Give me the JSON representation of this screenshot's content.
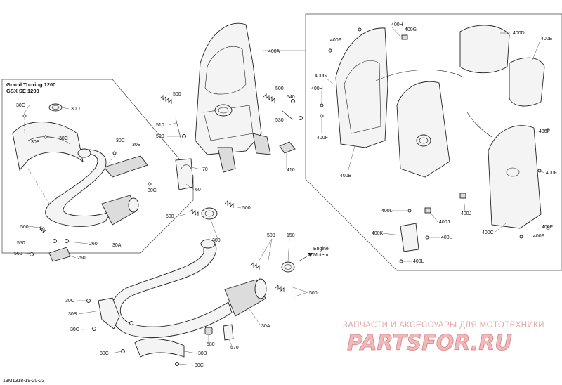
{
  "diagram": {
    "code": "13M1318-19-20-23",
    "inset_title_1": "Grand Touring 1200",
    "inset_title_2": "GSX SE 1200",
    "engine_label_1": "Engine",
    "engine_label_2": "Moteur"
  },
  "watermark": {
    "line1": "ЗАПЧАСТИ И АКСЕССУАРЫ ДЛЯ МОТОТЕХНИКИ",
    "line2": "PARTSFOR.RU"
  },
  "callouts": {
    "c400A": "400A",
    "c400B": "400B",
    "c400C": "400C",
    "c400D": "400D",
    "c400E": "400E",
    "c400F_1": "400F",
    "c400F_2": "400F",
    "c400F_3": "400F",
    "c400F_4": "400F",
    "c400F_5": "400F",
    "c400F_6": "400F",
    "c400G_1": "400G",
    "c400G_2": "400G",
    "c400H_1": "400H",
    "c400H_2": "400H",
    "c400J_1": "400J",
    "c400J_2": "400J",
    "c400K": "400K",
    "c400L_1": "400L",
    "c400L_2": "400L",
    "c400L_3": "400L",
    "c410": "410",
    "c500_1": "500",
    "c500_2": "500",
    "c500_3": "500",
    "c500_4": "500",
    "c500_5": "500",
    "c500_6": "500",
    "c500_7": "500",
    "c510": "510",
    "c520": "520",
    "c530": "530",
    "c540": "540",
    "c550": "550",
    "c560": "560",
    "c570": "570",
    "c580": "580",
    "c60": "60",
    "c70": "70",
    "c150": "150",
    "c250": "250",
    "c260": "260",
    "c300": "300",
    "c30A_1": "30A",
    "c30A_2": "30A",
    "c30B_1": "30B",
    "c30B_2": "30B",
    "c30B_3": "30B",
    "c30C_1": "30C",
    "c30C_2": "30C",
    "c30C_3": "30C",
    "c30C_4": "30C",
    "c30C_5": "30C",
    "c30C_6": "30C",
    "c30C_7": "30C",
    "c30C_8": "30C",
    "c30D": "30D",
    "c30E": "30E"
  }
}
